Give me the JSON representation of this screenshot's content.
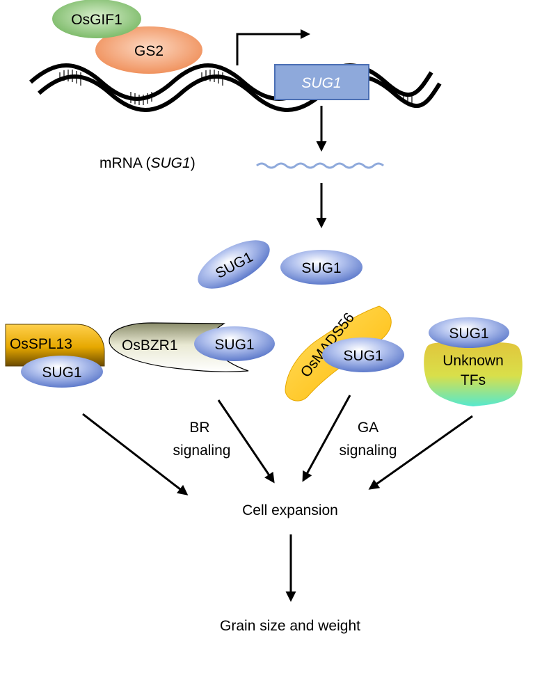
{
  "colors": {
    "osgif1": "#7fc06e",
    "gs2": "#f2935e",
    "gene_box": "#8ea9db",
    "sug1_protein": "#7b93d6",
    "osspl13": "#f2b400",
    "osbzr1": "#d7d8b8",
    "osmads56": "#ffc000",
    "unknown_tf_top": "#e8c83a",
    "unknown_tf_bottom": "#5ee6c8",
    "mrna": "#8ea9db",
    "arrow": "#000000"
  },
  "labels": {
    "osgif1": "OsGIF1",
    "gs2": "GS2",
    "gene": "SUG1",
    "mrna_prefix": "mRNA (",
    "mrna_gene": "SUG1",
    "mrna_suffix": ")",
    "sug1": "SUG1",
    "osspl13": "OsSPL13",
    "osbzr1": "OsBZR1",
    "osmads56": "OsMADS56",
    "unknown_line1": "Unknown",
    "unknown_line2": "TFs",
    "br_line1": "BR",
    "br_line2": "signaling",
    "ga_line1": "GA",
    "ga_line2": "signaling",
    "cell_expansion": "Cell expansion",
    "grain": "Grain size and weight"
  },
  "icons": [
    "dna-helix",
    "transcription-start-arrow",
    "mrna-wave"
  ]
}
